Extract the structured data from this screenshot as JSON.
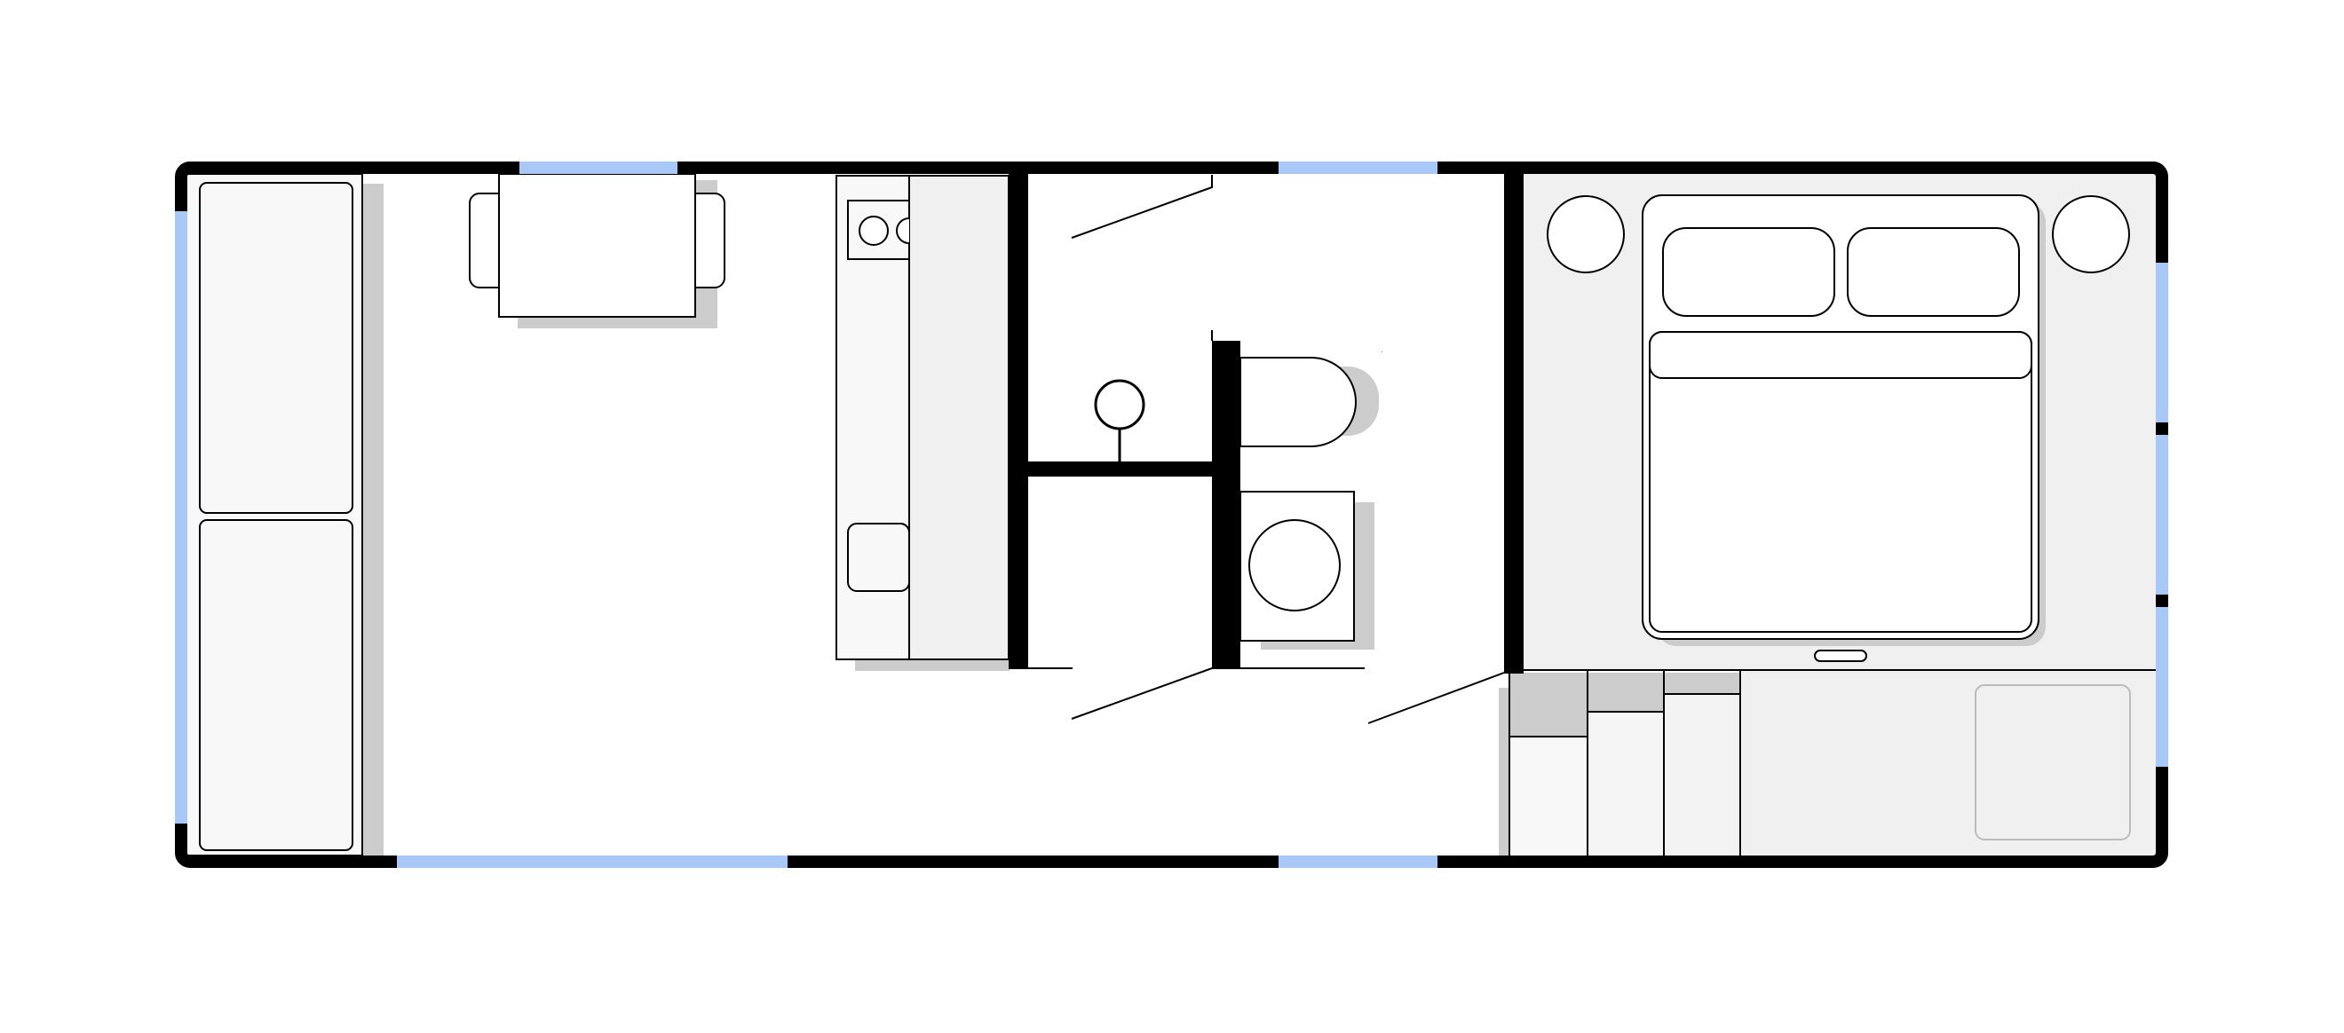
{
  "colors": {
    "wall": "#000000",
    "window": "#a8c8f8",
    "shadow": "#cccccc",
    "zone_fill": "#f0f0f0",
    "furniture_fill": "#f8f8f8",
    "white": "#ffffff",
    "rug_stroke": "#bbbbbb"
  },
  "elements": [
    "left-sofa",
    "dining-table",
    "dining-chair-left",
    "dining-chair-right",
    "kitchen-counter",
    "kitchen-cooktop",
    "kitchen-sink",
    "kitchen-island",
    "shower-head",
    "toilet",
    "washing-machine",
    "bed",
    "bed-pillow-left",
    "bed-pillow-right",
    "nightstand-left",
    "nightstand-right",
    "wardrobe-units",
    "rug",
    "doors"
  ]
}
